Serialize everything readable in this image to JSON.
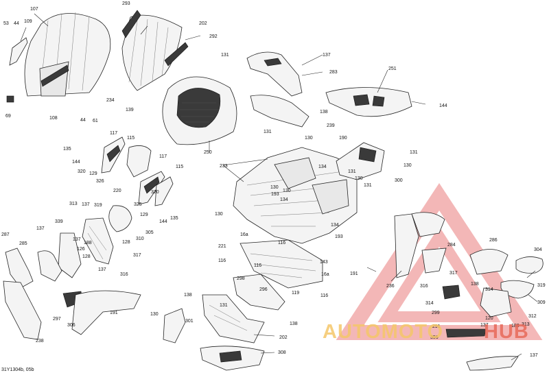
{
  "diagram": {
    "reference_code": "31Y1304b, 05b",
    "callouts": [
      "107",
      "53",
      "44",
      "109",
      "69",
      "108",
      "44",
      "61",
      "293",
      "202",
      "292",
      "131",
      "234",
      "139",
      "250",
      "137",
      "283",
      "251",
      "144",
      "138",
      "239",
      "131",
      "130",
      "190",
      "131",
      "130",
      "300",
      "117",
      "115",
      "135",
      "144",
      "129",
      "326",
      "320",
      "220",
      "117",
      "115",
      "325",
      "320",
      "144",
      "129",
      "135",
      "233",
      "130",
      "134",
      "131",
      "130",
      "131",
      "130",
      "193",
      "134",
      "130",
      "16a",
      "134",
      "193",
      "313",
      "137",
      "319",
      "339",
      "137",
      "287",
      "285",
      "126",
      "188",
      "137",
      "310",
      "305",
      "128",
      "128",
      "317",
      "137",
      "316",
      "221",
      "116",
      "116",
      "16a",
      "143",
      "191",
      "236",
      "284",
      "286",
      "304",
      "116",
      "298",
      "296",
      "119",
      "116",
      "317",
      "316",
      "299",
      "138",
      "314",
      "319",
      "309",
      "188",
      "312",
      "120",
      "313",
      "137",
      "314",
      "138",
      "131",
      "130",
      "301",
      "138",
      "202",
      "297",
      "306",
      "191",
      "238",
      "308",
      "291",
      "356",
      "137",
      "307"
    ]
  },
  "watermark": {
    "brand_part1": "AUTOMOTO",
    "brand_part2": "HUB",
    "colors": {
      "triangle": "#f0a0a0",
      "auto_text": "#f5c76a",
      "hub_text": "#e86a5a"
    }
  }
}
